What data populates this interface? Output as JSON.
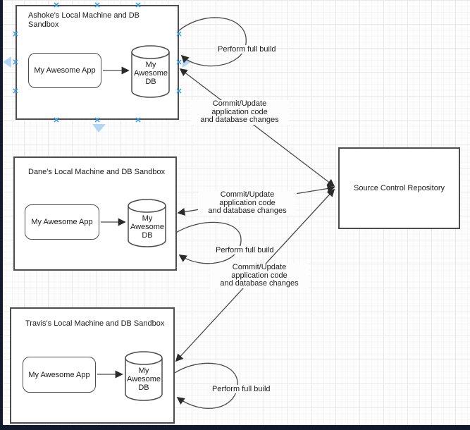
{
  "nodes": {
    "ashoke_sandbox": {
      "title": "Ashoke's Local Machine and DB\nSandbox",
      "app": "My Awesome App",
      "db": "My Awesome DB"
    },
    "dane_sandbox": {
      "title": "Dane's Local Machine and DB Sandbox",
      "app": "My Awesome App",
      "db": "My Awesome DB"
    },
    "travis_sandbox": {
      "title": "Travis's Local Machine and DB Sandbox",
      "app": "My Awesome App",
      "db": "My Awesome DB"
    },
    "repository": {
      "title": "Source Control Repository"
    }
  },
  "edges": {
    "ashoke_commit": "Commit/Update\napplication code\nand database changes",
    "dane_commit": "Commit/Update\napplication code\nand database changes",
    "travis_commit": "Commit/Update\napplication code\nand database changes",
    "ashoke_build": "Perform full build",
    "dane_build": "Perform full build",
    "travis_build": "Perform full build"
  },
  "colors": {
    "shape_stroke": "#4d4d4d",
    "edge_stroke": "#4a4a4a",
    "connection_handle_blue": "#2e9bf0",
    "hover_arrow_blue": "#b4d6f4",
    "window_frame_navy": "#111b2d",
    "grid_minor": "#f5f5f5",
    "grid_major": "#e9e9e9"
  }
}
